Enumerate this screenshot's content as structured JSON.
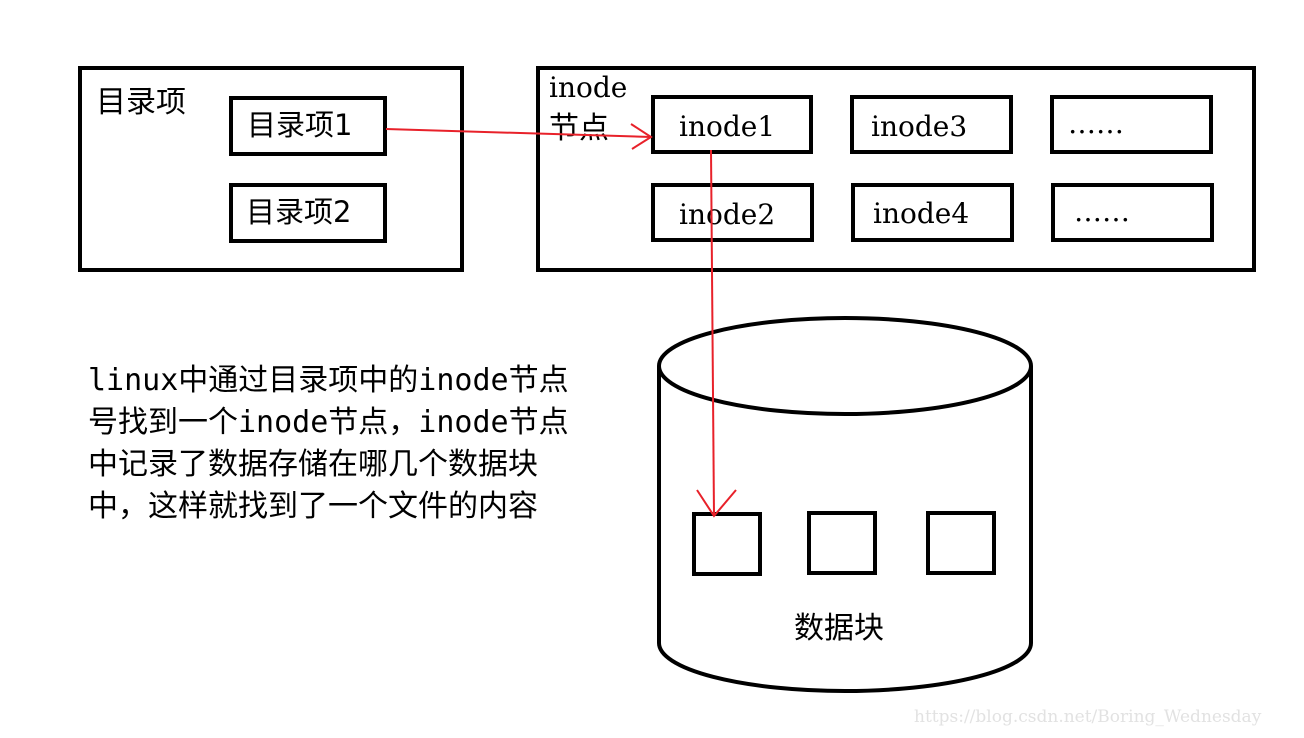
{
  "directory": {
    "title": "目录项",
    "entries": [
      "目录项1",
      "目录项2"
    ]
  },
  "inode_table": {
    "title_line1": "inode",
    "title_line2": "节点",
    "cells": [
      "inode1",
      "inode3",
      "……",
      "inode2",
      "inode4",
      "……"
    ]
  },
  "storage": {
    "label": "数据块"
  },
  "description": "linux中通过目录项中的inode节点号找到一个inode节点，inode节点中记录了数据存储在哪几个数据块中，这样就找到了一个文件的内容",
  "watermark": "https://blog.csdn.net/Boring_Wednesday",
  "colors": {
    "stroke": "#000000",
    "arrow": "#e8212a",
    "watermark": "#e2e2e2"
  }
}
